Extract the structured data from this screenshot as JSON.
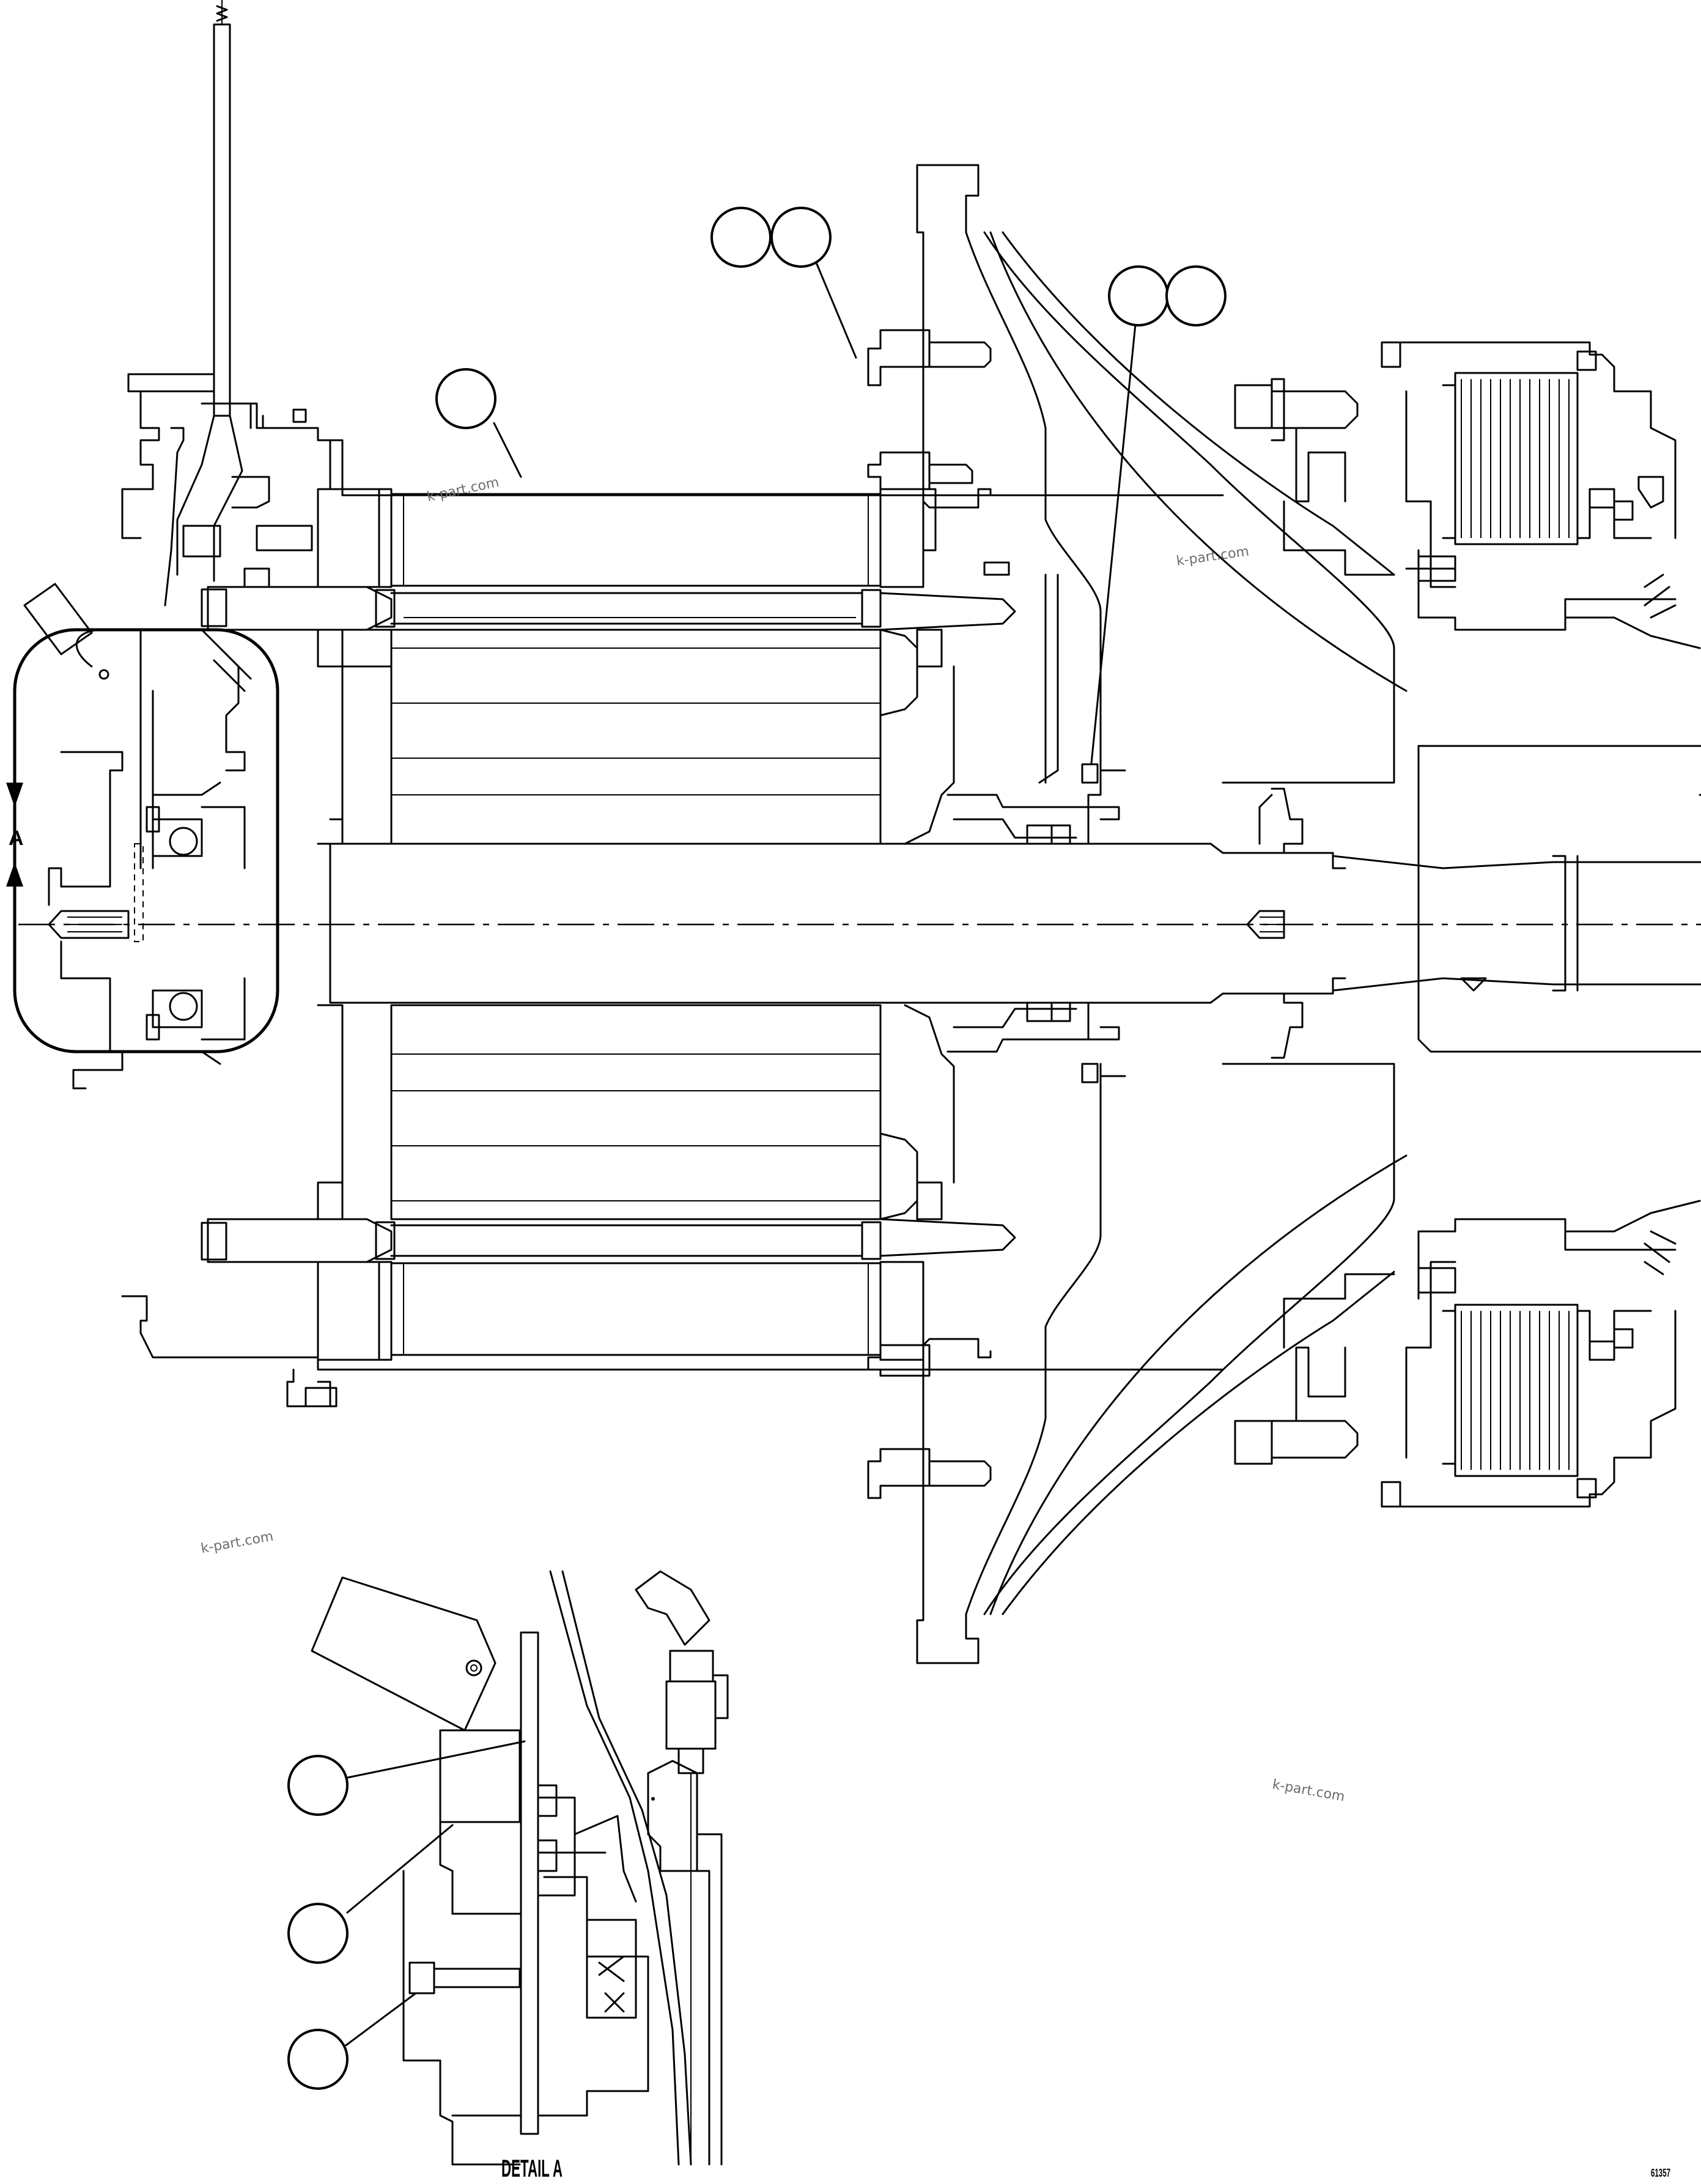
{
  "watermarks": [
    "k-part.com",
    "k-part.com",
    "k-part.com",
    "k-part.com"
  ],
  "view_label": "A",
  "detail_label": "DETAIL A",
  "drawing_id": "61357",
  "callouts": [
    "",
    "",
    "",
    "",
    "",
    "",
    "",
    "",
    ""
  ]
}
